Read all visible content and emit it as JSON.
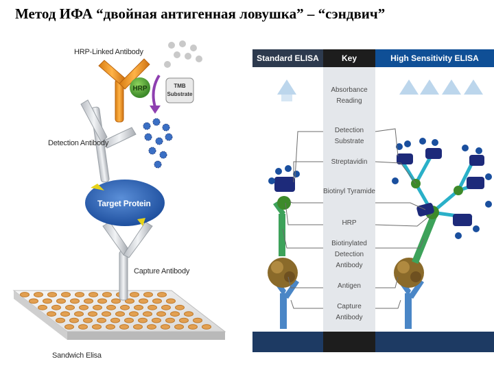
{
  "title": "Метод ИФА “двойная антигенная ловушка” – “сэндвич”",
  "left_diagram": {
    "hrp_linked_label": "HRP-Linked Antibody",
    "hrp": "HRP",
    "tmb_line1": "TMB",
    "tmb_line2": "Substrate",
    "detection_label": "Detection Antibody",
    "target_protein": "Target Protein",
    "capture_label": "Capture Antibody",
    "plate_label": "Sandwich Elisa"
  },
  "right_diagram": {
    "header_standard": "Standard ELISA",
    "header_key": "Key",
    "header_high": "High Sensitivity ELISA",
    "key_items": [
      "Absorbance Reading",
      "Detection Substrate",
      "Streptavidin",
      "Biotinyl Tyramide",
      "HRP",
      "Biotinylated Detection Antibody",
      "Antigen",
      "Capture Antibody"
    ]
  },
  "colors": {
    "header_dark": "#2d3a4e",
    "header_key": "#1d1d1d",
    "header_blue": "#0f4f96",
    "capture_blue": "#4a86c6",
    "detection_green": "#3da25a",
    "hrp_green": "#3d8a2a",
    "substrate_navy": "#1d2a7a",
    "streptavidin": "#2ab0c8",
    "antigen_brown": "#8a6a2a",
    "hrp_orange": "#e7962b",
    "target_blue": "#2a64b8"
  }
}
